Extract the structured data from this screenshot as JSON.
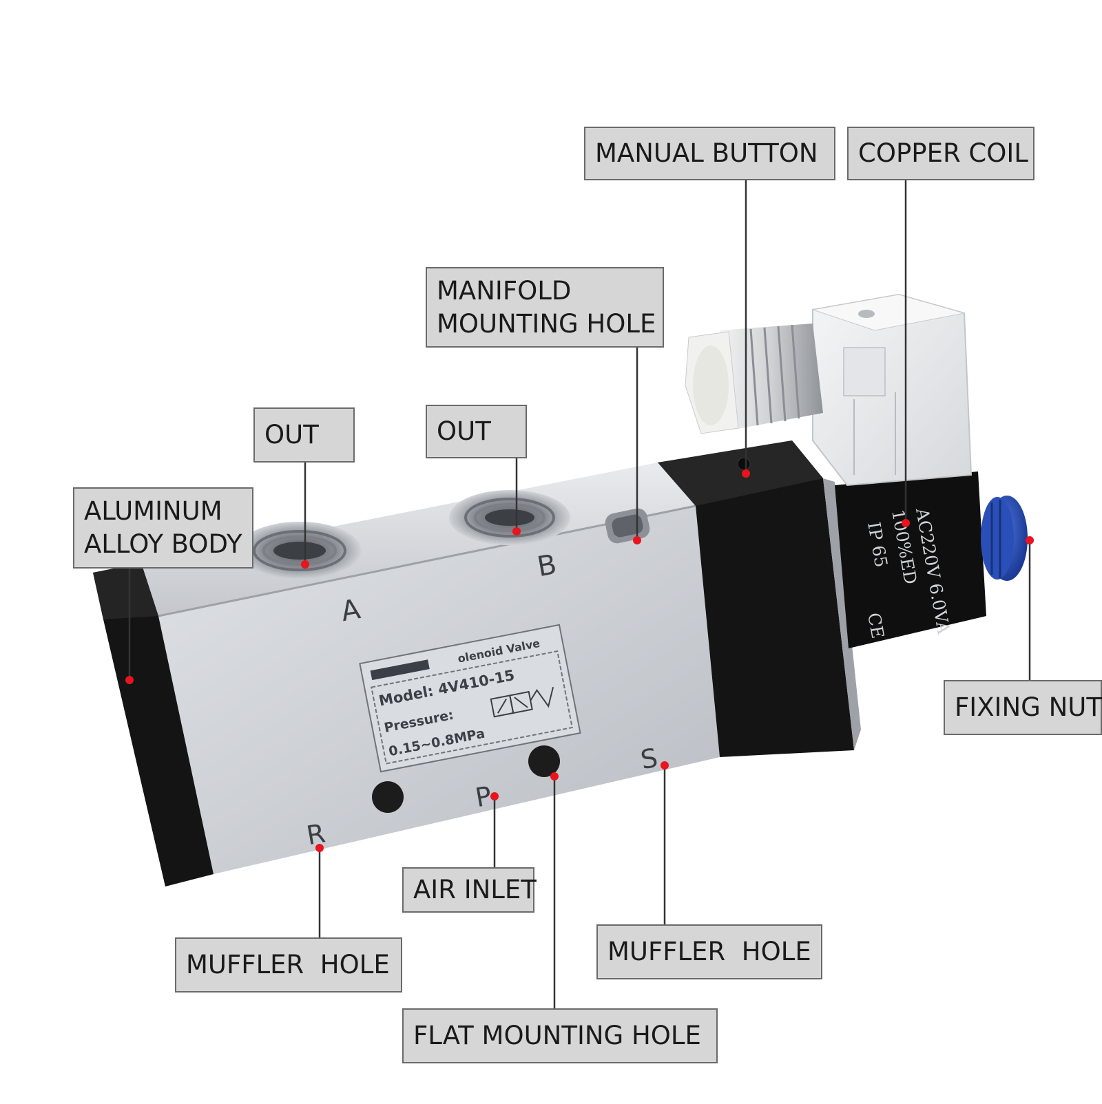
{
  "callouts": {
    "manual_button": "MANUAL BUTTON",
    "copper_coil": "COPPER COIL",
    "manifold_line1": "MANIFOLD",
    "manifold_line2": "MOUNTING HOLE",
    "out_a": "OUT",
    "out_b": "OUT",
    "aluminum_line1": "ALUMINUM",
    "aluminum_line2": "ALLOY BODY",
    "fixing_nut": "FIXING NUT",
    "air_inlet": "AIR INLET",
    "muffler_left": "MUFFLER  HOLE",
    "muffler_right": "MUFFLER  HOLE",
    "flat_mounting": "FLAT MOUNTING HOLE"
  },
  "port_letters": {
    "a": "A",
    "b": "B",
    "r": "R",
    "p": "P",
    "s": "S"
  },
  "nameplate": {
    "title": "olenoid Valve",
    "model": "Model:  4V410-15",
    "pressure": "Pressure:",
    "pressure_range": "0.15~0.8MPa"
  },
  "coil_markings": {
    "voltage": "AC220V 6.0VA",
    "duty": "100%ED",
    "ip": "IP 65",
    "ce": "CE"
  },
  "colors": {
    "callout_fill": "#d6d6d6",
    "callout_border": "#6a6a6a",
    "leader_line": "#333333",
    "marker_dot": "#e8141e",
    "aluminum": "#c9ccd1",
    "black_parts": "#141414",
    "fixing_nut": "#2a4fb8"
  }
}
